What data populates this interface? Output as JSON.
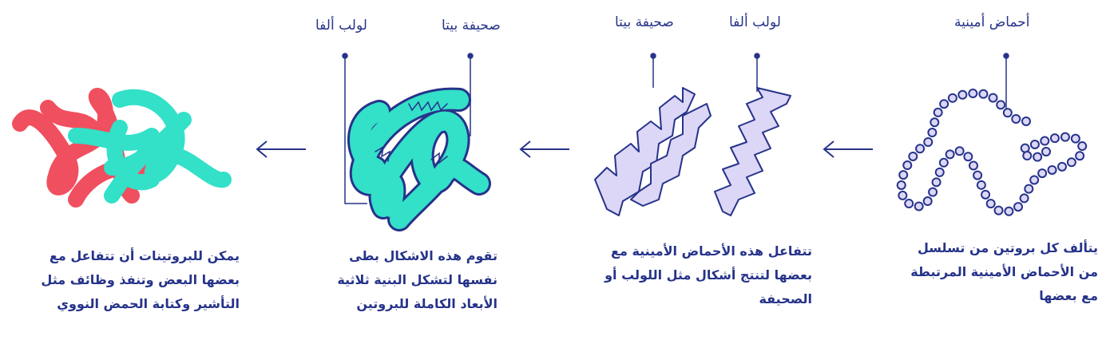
{
  "colors": {
    "navy": "#26338a",
    "teal": "#33e0c8",
    "red": "#f04f5f",
    "lavender": "#dcd6f7"
  },
  "stages": [
    {
      "name": "primary",
      "labels": [
        "أحماض أمينية"
      ],
      "description": [
        "يتألف كل بروتين من تسلسل",
        "من الأحماض الأمينية المرتبطة",
        "مع بعضها"
      ]
    },
    {
      "name": "secondary",
      "labels": [
        "لولب ألفا",
        "صحيفة بيتا"
      ],
      "description": [
        "تتفاعل هذه الأحماض الأمينية مع",
        "بعضها لتنتج أشكال مثل اللولب أو",
        "الصحيفة"
      ]
    },
    {
      "name": "tertiary",
      "labels": [
        "صحيفة بيتا",
        "لولب ألفا"
      ],
      "description": [
        "تقوم هذه الاشكال بطى",
        "نفسها لتشكل البنية ثلاثية",
        "الأبعاد الكاملة للبروتين"
      ]
    },
    {
      "name": "quaternary",
      "labels": [],
      "description": [
        "يمكن للبروتينات أن تتفاعل مع",
        "بعضها البعض وتنفذ وظائف مثل",
        "التأشير وكتابة الحمض النووي"
      ]
    }
  ],
  "icons": [
    "arrow-left-icon",
    "amino-acid-chain-icon",
    "alpha-helix-icon",
    "beta-sheet-icon",
    "tertiary-fold-icon",
    "quaternary-complex-icon"
  ]
}
